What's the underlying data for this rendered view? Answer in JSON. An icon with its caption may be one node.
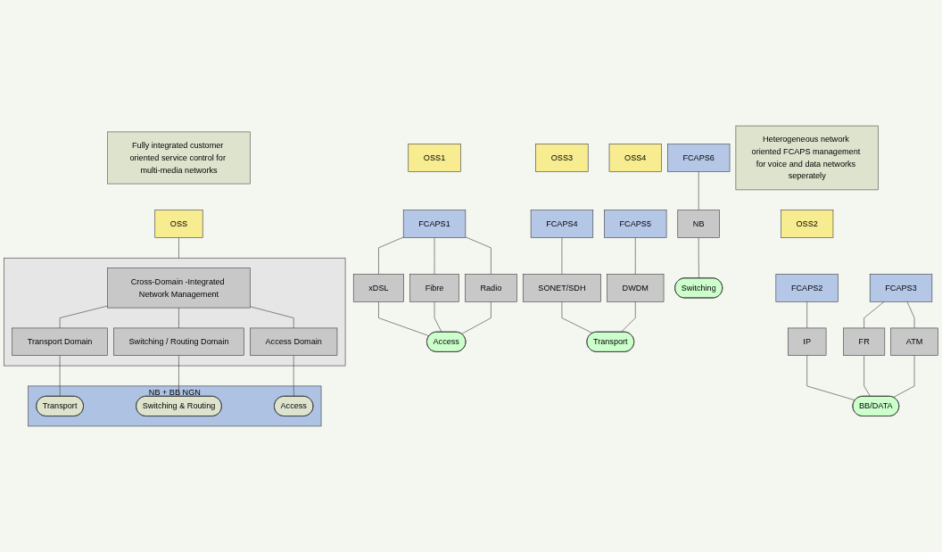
{
  "diagram": {
    "nodes": [
      {
        "text": [
          "Heterogeneous network oriented FCAPS management for voice and data networks seperately"
        ]
      },
      {
        "text": [
          "OSS1"
        ]
      },
      {
        "text": [
          "OSS2"
        ]
      },
      {
        "text": [
          "OSS3"
        ]
      },
      {
        "text": [
          "OSS4"
        ]
      },
      {
        "text": [
          "FCAPS1"
        ]
      },
      {
        "text": [
          "FCAPS2"
        ]
      },
      {
        "text": [
          "FCAPS3"
        ]
      },
      {
        "text": [
          "FCAPS4"
        ]
      },
      {
        "text": [
          "FCAPS5"
        ]
      },
      {
        "text": [
          "FCAPS6"
        ]
      },
      {
        "text": [
          "xDSL"
        ]
      },
      {
        "text": [
          "Fibre"
        ]
      },
      {
        "text": [
          "Radio"
        ]
      },
      {
        "text": [
          "IP"
        ]
      },
      {
        "text": [
          "FR"
        ]
      },
      {
        "text": [
          "ATM"
        ]
      },
      {
        "text": [
          "SONET/SDH"
        ]
      },
      {
        "text": [
          "DWDM"
        ]
      },
      {
        "text": [
          "NB"
        ]
      },
      {
        "text": [
          "Access"
        ]
      },
      {
        "text": [
          "BB/DATA"
        ]
      },
      {
        "text": [
          "Transport"
        ]
      },
      {
        "text": [
          "Switching"
        ]
      },
      {
        "text": [
          "Fully integrated customer oriented service control for multi-media networks"
        ]
      },
      {
        "text": [
          "OSS"
        ]
      },
      {
        "text": [],
        "shape": "box"
      },
      {
        "text": [
          "Cross-Domain -Integrated Network Management"
        ],
        "in": 26
      },
      {
        "text": [
          "Transport Domain"
        ],
        "in": 26
      },
      {
        "text": [
          "Switching / Routing Domain"
        ],
        "in": 26
      },
      {
        "text": [
          "Access Domain"
        ],
        "in": 26
      },
      {
        "text": [
          "NB + BB NGN"
        ]
      },
      {
        "text": [
          "Transport"
        ],
        "in": 31
      },
      {
        "text": [
          "Switching & Routing"
        ],
        "in": 31
      },
      {
        "text": [
          "Access"
        ],
        "in": 31
      }
    ],
    "edges": [
      {
        "from": 5,
        "to": 11,
        "arrow": "none"
      },
      {
        "from": 5,
        "to": 12,
        "arrow": "none"
      },
      {
        "from": 5,
        "to": 13,
        "arrow": "none"
      },
      {
        "from": 6,
        "to": 14,
        "arrow": "none"
      },
      {
        "from": 7,
        "to": 15,
        "arrow": "none"
      },
      {
        "from": 7,
        "to": 16,
        "arrow": "none"
      },
      {
        "from": 8,
        "to": 17,
        "arrow": "none"
      },
      {
        "from": 9,
        "to": 18,
        "arrow": "none"
      },
      {
        "from": 10,
        "to": 19,
        "arrow": "none"
      },
      {
        "from": 11,
        "to": 20,
        "arrow": "none"
      },
      {
        "from": 12,
        "to": 20,
        "arrow": "none"
      },
      {
        "from": 13,
        "to": 20,
        "arrow": "none"
      },
      {
        "from": 14,
        "to": 21,
        "arrow": "none"
      },
      {
        "from": 15,
        "to": 21,
        "arrow": "none"
      },
      {
        "from": 16,
        "to": 21,
        "arrow": "none"
      },
      {
        "from": 17,
        "to": 22,
        "arrow": "none"
      },
      {
        "from": 18,
        "to": 22,
        "arrow": "none"
      },
      {
        "from": 19,
        "to": 23,
        "arrow": "none"
      },
      {
        "from": 25,
        "to": 26,
        "arrow": "none"
      },
      {
        "from": 27,
        "to": 28,
        "arrow": "none"
      },
      {
        "from": 27,
        "to": 29,
        "arrow": "none"
      },
      {
        "from": 27,
        "to": 30,
        "arrow": "none"
      },
      {
        "from": 28,
        "to": 32,
        "arrow": "none"
      },
      {
        "from": 29,
        "to": 33,
        "arrow": "none"
      },
      {
        "from": 30,
        "to": 34,
        "arrow": "none"
      }
    ]
  }
}
